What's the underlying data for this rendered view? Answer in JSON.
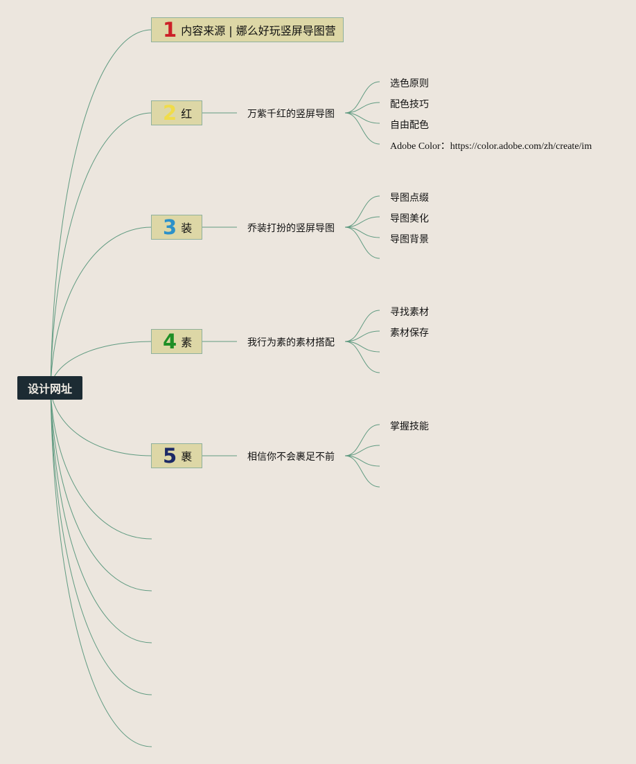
{
  "root": {
    "label": "设计网址"
  },
  "branches": [
    {
      "num": "1",
      "label": "内容来源 | 娜么好玩竖屏导图营",
      "num_color": "#cc2127"
    },
    {
      "num": "2",
      "label": "红",
      "num_color": "#f0dc4a"
    },
    {
      "num": "3",
      "label": "装",
      "num_color": "#2b91c9"
    },
    {
      "num": "4",
      "label": "素",
      "num_color": "#1f8f26"
    },
    {
      "num": "5",
      "label": "裹",
      "num_color": "#1c2a66"
    }
  ],
  "subtopics": [
    {
      "label": "万紫千红的竖屏导图",
      "leaves": [
        "选色原则",
        "配色技巧",
        "自由配色",
        "Adobe Color：https://color.adobe.com/zh/create/im"
      ]
    },
    {
      "label": "乔装打扮的竖屏导图",
      "leaves": [
        "导图点缀",
        "导图美化",
        "导图背景",
        ""
      ]
    },
    {
      "label": "我行为素的素材搭配",
      "leaves": [
        "寻找素材",
        "素材保存",
        "",
        ""
      ]
    },
    {
      "label": "相信你不会裹足不前",
      "leaves": [
        "掌握技能",
        "",
        "",
        ""
      ]
    }
  ],
  "colors": {
    "background": "#ece6de",
    "line": "#5f9a80",
    "root_fill": "#1c2b33",
    "branch_fill": "#ddd7a6",
    "branch_border": "#8eb09c"
  }
}
